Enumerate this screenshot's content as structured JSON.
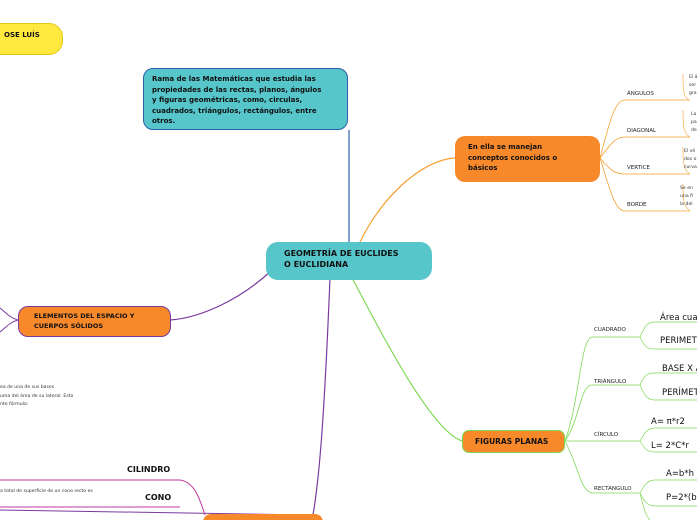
{
  "central": {
    "line1": "GEOMETRÍA DE EUCLIDES",
    "line2": "O EUCLIDIANA"
  },
  "top_left_node": "OSE LUÍS",
  "definition": [
    "Rama de las Matemáticas que estudia las",
    "propiedades de las rectas, planos, ángulos",
    "y figuras geométricas, como, circulas,",
    "cuadrados, triángulos, rectángulos, entre",
    "otros."
  ],
  "concepts": {
    "title": [
      "En ella se manejan",
      "conceptos conocidos o",
      "básicos"
    ],
    "items": [
      {
        "label": "ÁNGULOS",
        "desc": [
          "El á",
          "ser",
          "gra"
        ]
      },
      {
        "label": "DIAGONAL",
        "desc": [
          "La",
          "pa",
          "de"
        ]
      },
      {
        "label": "VERTICE",
        "desc": [
          "El vé",
          "dos o",
          "curva"
        ]
      },
      {
        "label": "BORDE",
        "desc": [
          "Se en",
          "una fi",
          "la del"
        ]
      }
    ]
  },
  "espacio": {
    "line1": "ELEMENTOS DEL ESPACIO Y",
    "line2": "CUERPOS SÓLIDOS"
  },
  "left_text": [
    "ea de una de sus bases",
    "uma del área de su lateral. Esto",
    "nte fórmula:"
  ],
  "cilindro": "CILINDRO",
  "cono": "CONO",
  "cono_text": "a total de superficie de un cono recto es",
  "figuras": {
    "title": "FIGURAS PLANAS",
    "items": [
      {
        "label": "CUADRADO",
        "f1": "Área cua",
        "f2": "PERIMET"
      },
      {
        "label": "TRIÁNGULO",
        "f1": "BASE  X A",
        "f2": "PERÍMET"
      },
      {
        "label": "CÍRCULO",
        "f1": "A= π*r2",
        "f2": "L= 2*C*r"
      },
      {
        "label": "RECTANGULO",
        "f1": "A=b*h",
        "f2": "P=2*(b*"
      }
    ]
  },
  "colors": {
    "teal": "#56c6cb",
    "orange": "#f7892b",
    "yellow": "#ffe93f"
  }
}
